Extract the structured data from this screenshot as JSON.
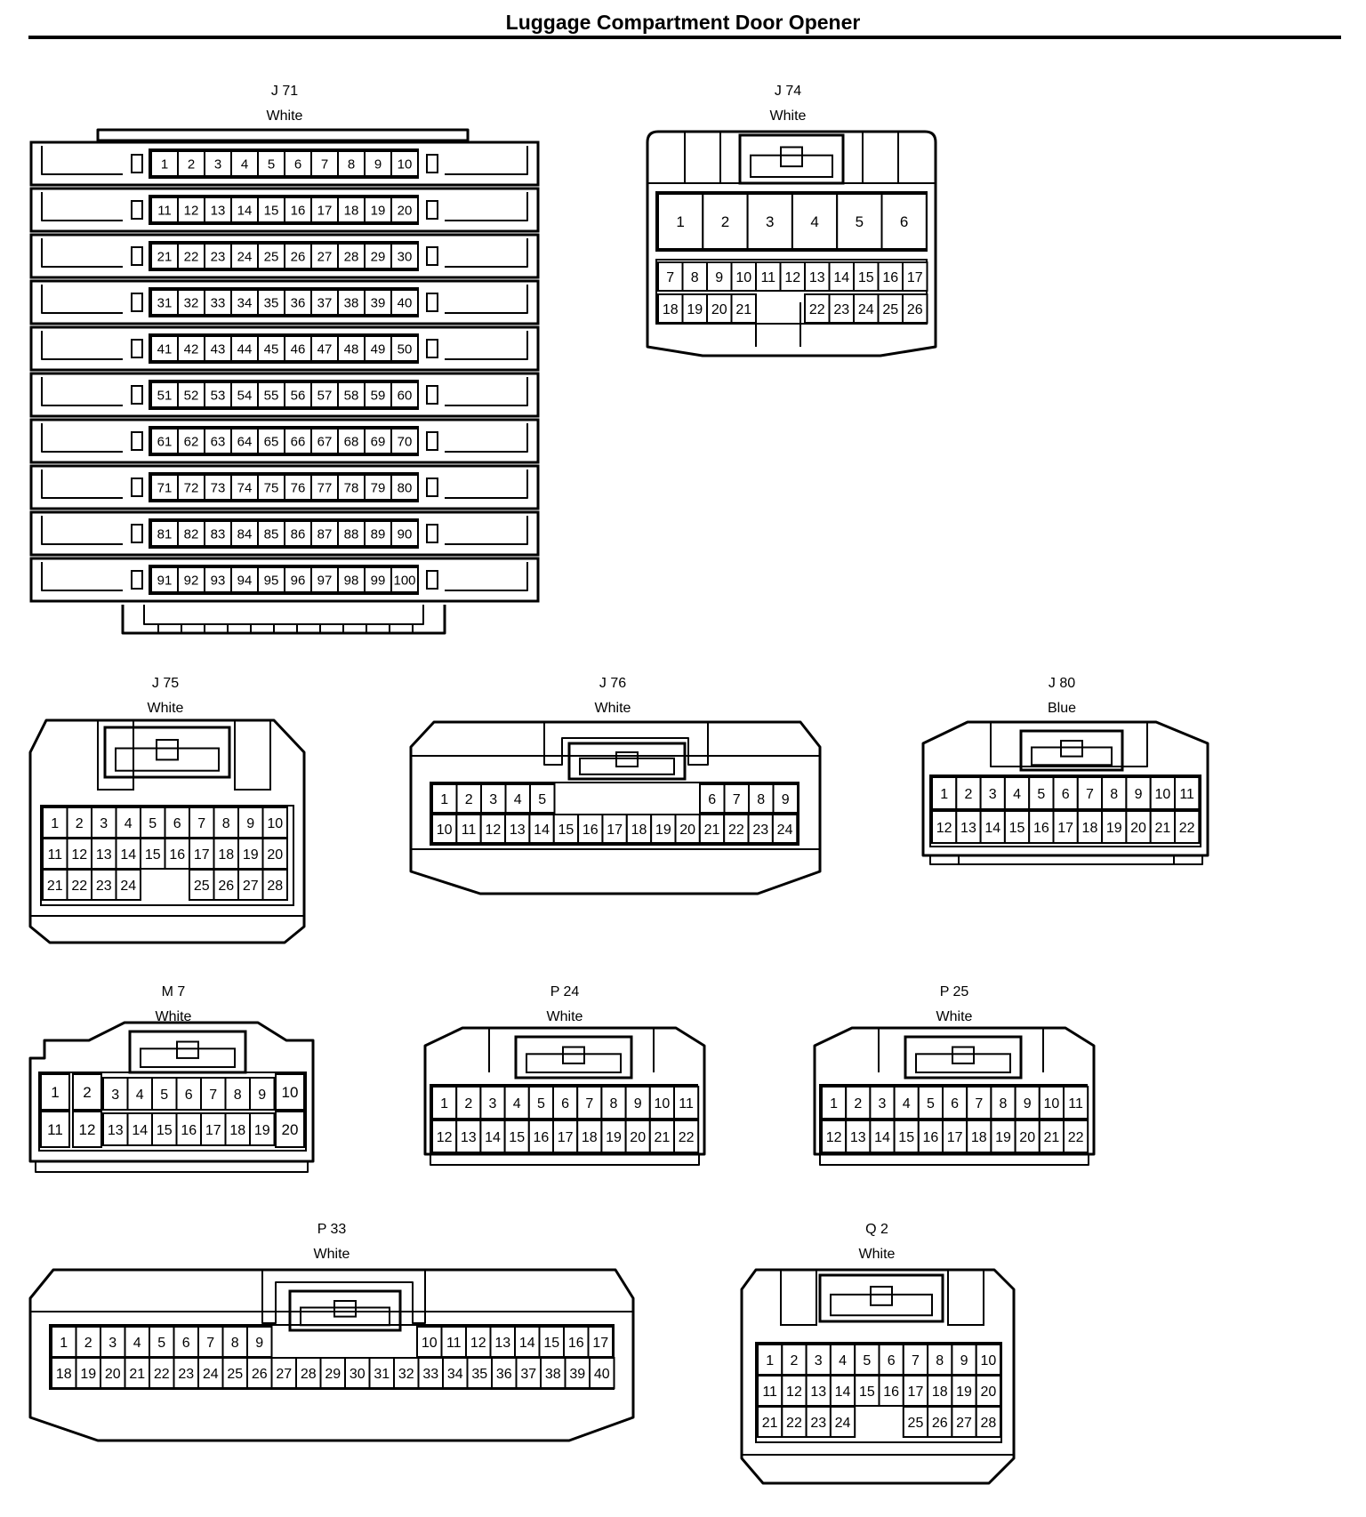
{
  "title": "Luggage Compartment Door Opener",
  "connectors": [
    {
      "id": "J 71",
      "color": "White"
    },
    {
      "id": "J 74",
      "color": "White"
    },
    {
      "id": "J 75",
      "color": "White"
    },
    {
      "id": "J 76",
      "color": "White"
    },
    {
      "id": "J 80",
      "color": "Blue"
    },
    {
      "id": "M 7",
      "color": "White"
    },
    {
      "id": "P 24",
      "color": "White"
    },
    {
      "id": "P 25",
      "color": "White"
    },
    {
      "id": "P 33",
      "color": "White"
    },
    {
      "id": "Q 2",
      "color": "White"
    }
  ]
}
